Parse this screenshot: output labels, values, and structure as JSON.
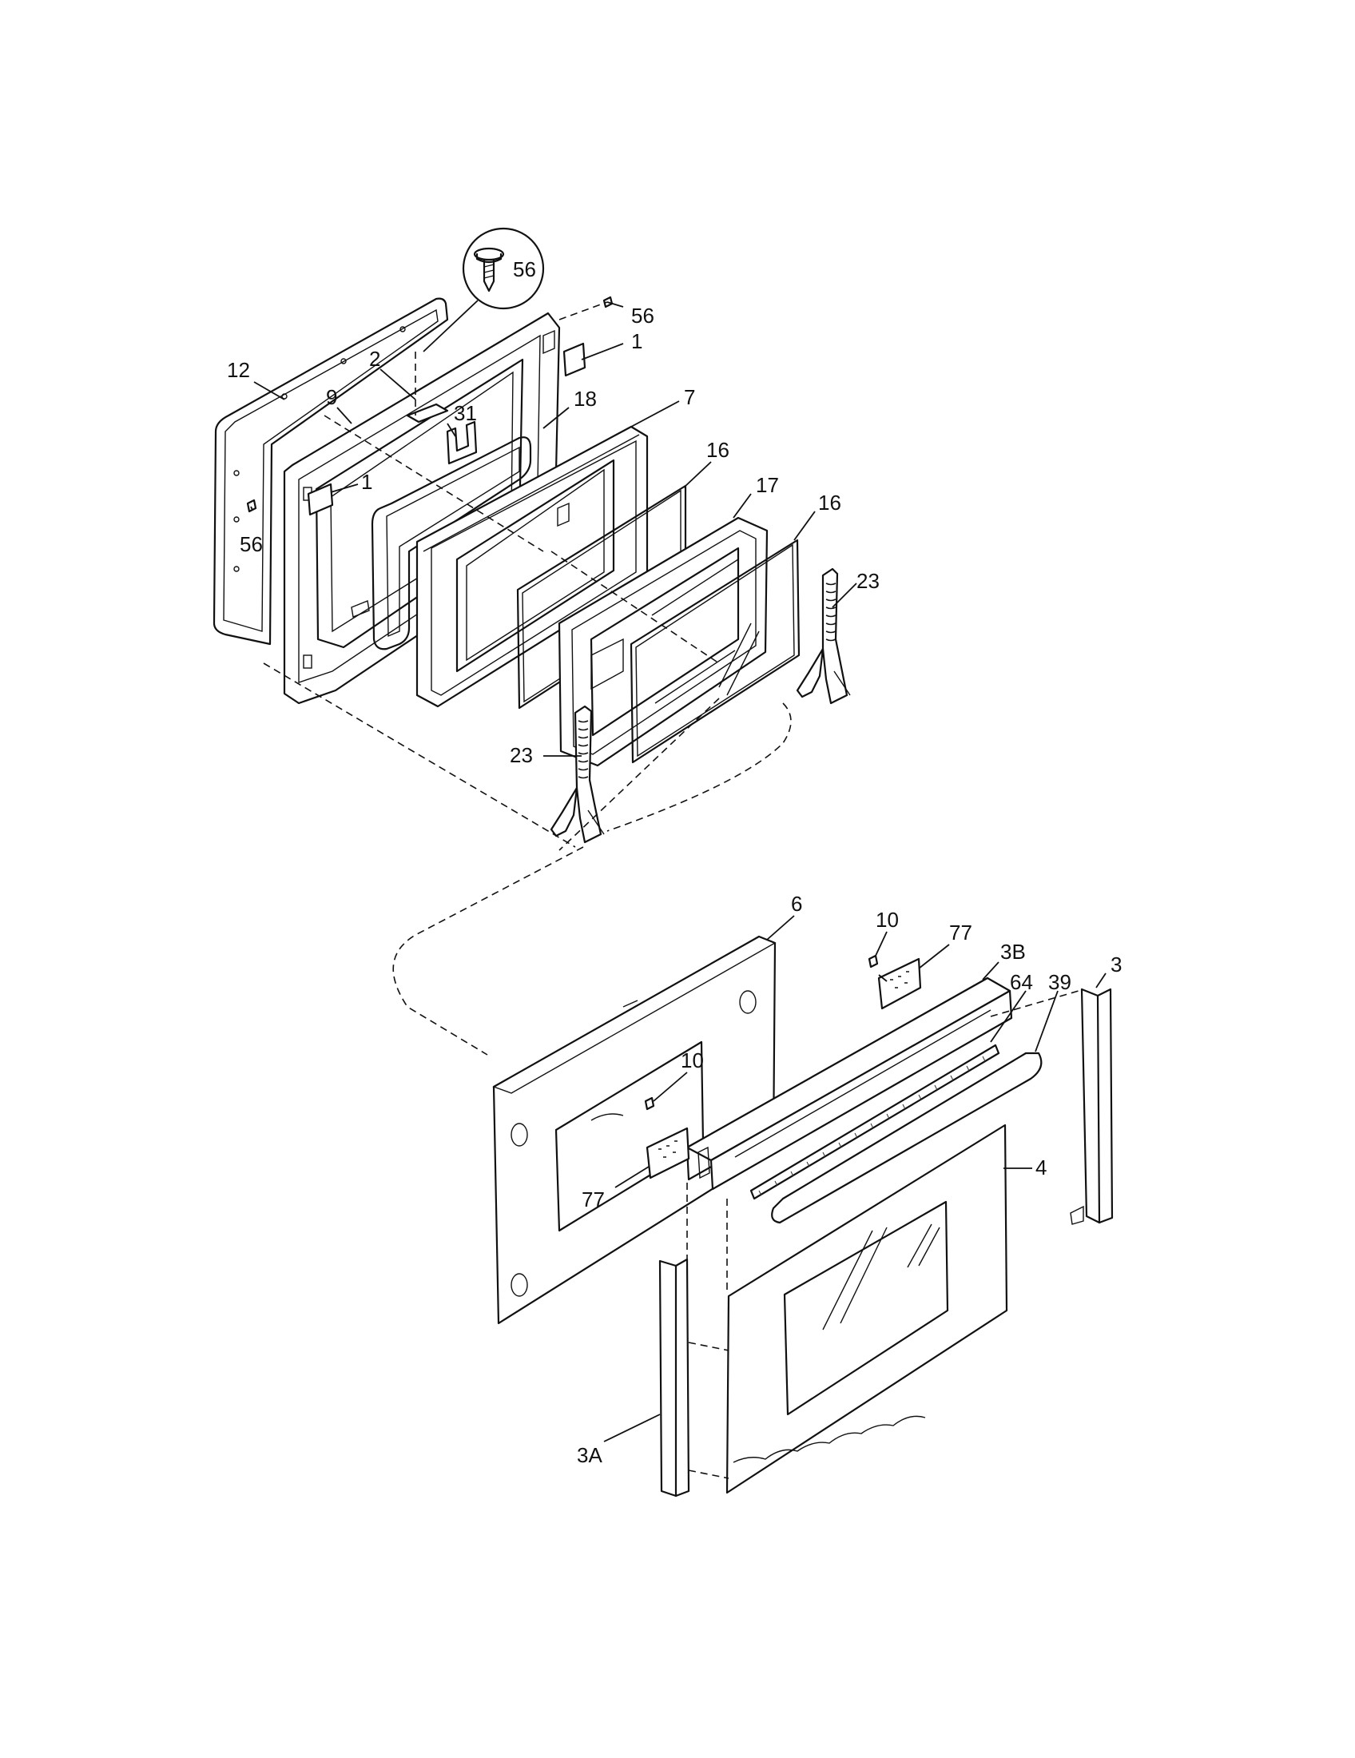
{
  "diagram": {
    "detail_callout_label": "56",
    "callouts": [
      {
        "id": "c56-top",
        "text": "56"
      },
      {
        "id": "c1-top",
        "text": "1"
      },
      {
        "id": "c12",
        "text": "12"
      },
      {
        "id": "c2",
        "text": "2"
      },
      {
        "id": "c9",
        "text": "9"
      },
      {
        "id": "c31",
        "text": "31"
      },
      {
        "id": "c18",
        "text": "18"
      },
      {
        "id": "c7",
        "text": "7"
      },
      {
        "id": "c1-left",
        "text": "1"
      },
      {
        "id": "c16-a",
        "text": "16"
      },
      {
        "id": "c17",
        "text": "17"
      },
      {
        "id": "c16-b",
        "text": "16"
      },
      {
        "id": "c56-left",
        "text": "56"
      },
      {
        "id": "c23-right",
        "text": "23"
      },
      {
        "id": "c23-left",
        "text": "23"
      },
      {
        "id": "c6",
        "text": "6"
      },
      {
        "id": "c10-top",
        "text": "10"
      },
      {
        "id": "c77-top",
        "text": "77"
      },
      {
        "id": "c3B",
        "text": "3B"
      },
      {
        "id": "c64",
        "text": "64"
      },
      {
        "id": "c39",
        "text": "39"
      },
      {
        "id": "c3",
        "text": "3"
      },
      {
        "id": "c10-mid",
        "text": "10"
      },
      {
        "id": "c4",
        "text": "4"
      },
      {
        "id": "c77-mid",
        "text": "77"
      },
      {
        "id": "c3A",
        "text": "3A"
      }
    ]
  }
}
